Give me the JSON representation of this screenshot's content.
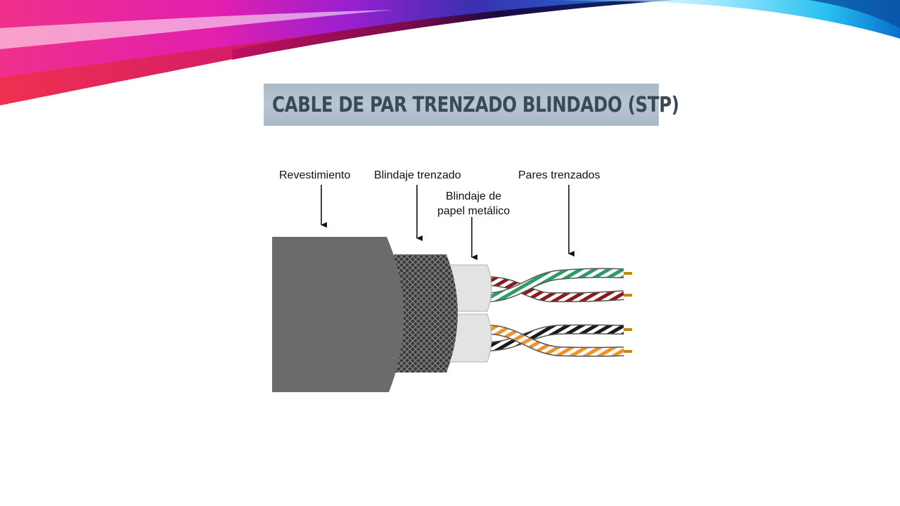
{
  "slide": {
    "title": "CABLE DE PAR TRENZADO BLINDADO (STP)"
  },
  "diagram": {
    "labels": {
      "revestimiento": "Revestimiento",
      "blindaje_trenzado": "Blindaje trenzado",
      "blindaje_papel_line1": "Blindaje de",
      "blindaje_papel_line2": "papel metálico",
      "pares_trenzados": "Pares trenzados"
    },
    "colors": {
      "jacket": "#6b6b6b",
      "braid": "#3a3a3a",
      "foil": "#e3e3e3",
      "pair_red": "#8b1a1a",
      "pair_green": "#2e9b6a",
      "pair_orange": "#f0922b",
      "pair_black": "#1a1a1a",
      "copper": "#c8860a"
    }
  }
}
